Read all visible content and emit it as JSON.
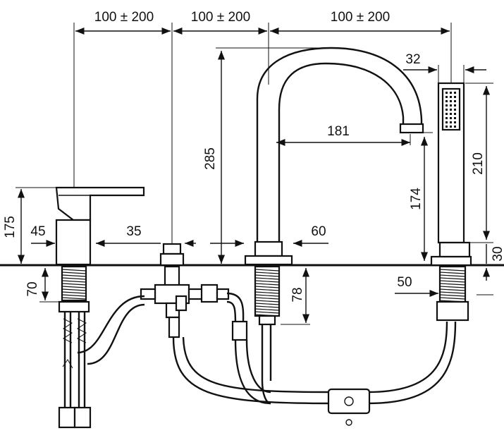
{
  "dimensions": {
    "spacing_left": "100 ± 200",
    "spacing_middle": "100 ± 200",
    "spacing_right": "100 ± 200",
    "spout_height": "285",
    "spout_reach": "181",
    "spout_outlet_height": "174",
    "handshower_diameter": "32",
    "handshower_length": "210",
    "handshower_base": "30",
    "handshower_shank": "50",
    "mixer_height": "175",
    "mixer_width": "45",
    "valve_width": "35",
    "spout_base": "60",
    "mixer_shank": "70",
    "spout_shank": "78"
  },
  "colors": {
    "line": "#111111",
    "background": "#ffffff"
  }
}
